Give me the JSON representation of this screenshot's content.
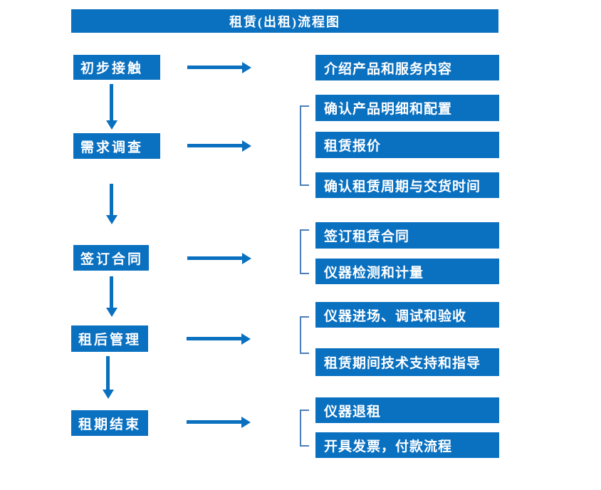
{
  "title": "租赁(出租)流程图",
  "colors": {
    "primary": "#0a70c0",
    "bracket": "#4a7ebb",
    "text_on_primary": "#ffffff"
  },
  "steps": [
    {
      "label": "初步接触"
    },
    {
      "label": "需求调查"
    },
    {
      "label": "签订合同"
    },
    {
      "label": "租后管理"
    },
    {
      "label": "租期结束"
    }
  ],
  "details": [
    {
      "label": "介绍产品和服务内容"
    },
    {
      "label": "确认产品明细和配置"
    },
    {
      "label": "租赁报价"
    },
    {
      "label": "确认租赁周期与交货时间"
    },
    {
      "label": "签订租赁合同"
    },
    {
      "label": "仪器检测和计量"
    },
    {
      "label": "仪器进场、调试和验收"
    },
    {
      "label": "租赁期间技术支持和指导"
    },
    {
      "label": "仪器退租"
    },
    {
      "label": "开具发票，付款流程"
    }
  ]
}
